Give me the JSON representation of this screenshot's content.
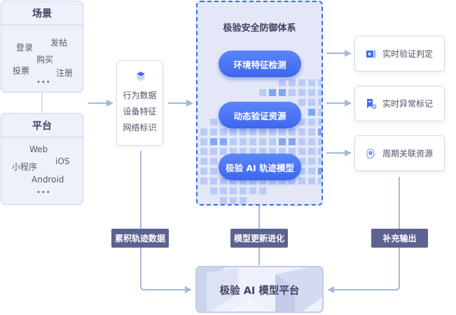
{
  "scene": {
    "title": "场景",
    "items": [
      "登录",
      "发帖",
      "购买",
      "投票",
      "注册"
    ],
    "more": "•••"
  },
  "platform_box": {
    "title": "平台",
    "items": [
      "Web",
      "iOS",
      "小程序",
      "Android"
    ],
    "more": "•••"
  },
  "data_box": {
    "icon": "layers-icon",
    "lines": [
      "行为数据",
      "设备特征",
      "网络标识"
    ]
  },
  "core": {
    "title": "极验安全防御体系",
    "pills": [
      "环境特征检测",
      "动态验证资源",
      "极验 AI 轨迹模型"
    ]
  },
  "outputs": [
    {
      "icon": "verify-judge-icon",
      "label": "实时验证判定"
    },
    {
      "icon": "anomaly-mark-icon",
      "label": "实时异常标记"
    },
    {
      "icon": "ai-head-gear-icon",
      "label": "周期关联资源"
    }
  ],
  "tags": {
    "accumulate": "累积轨迹数据",
    "update": "模型更新进化",
    "supplement": "补充输出"
  },
  "ai_platform": {
    "title": "极验 AI 模型平台"
  },
  "colors": {
    "accent_blue": "#3e66ee",
    "tag_bg": "#5d6390",
    "connector": "#b3bfe0",
    "core_border": "#2f6df0"
  }
}
